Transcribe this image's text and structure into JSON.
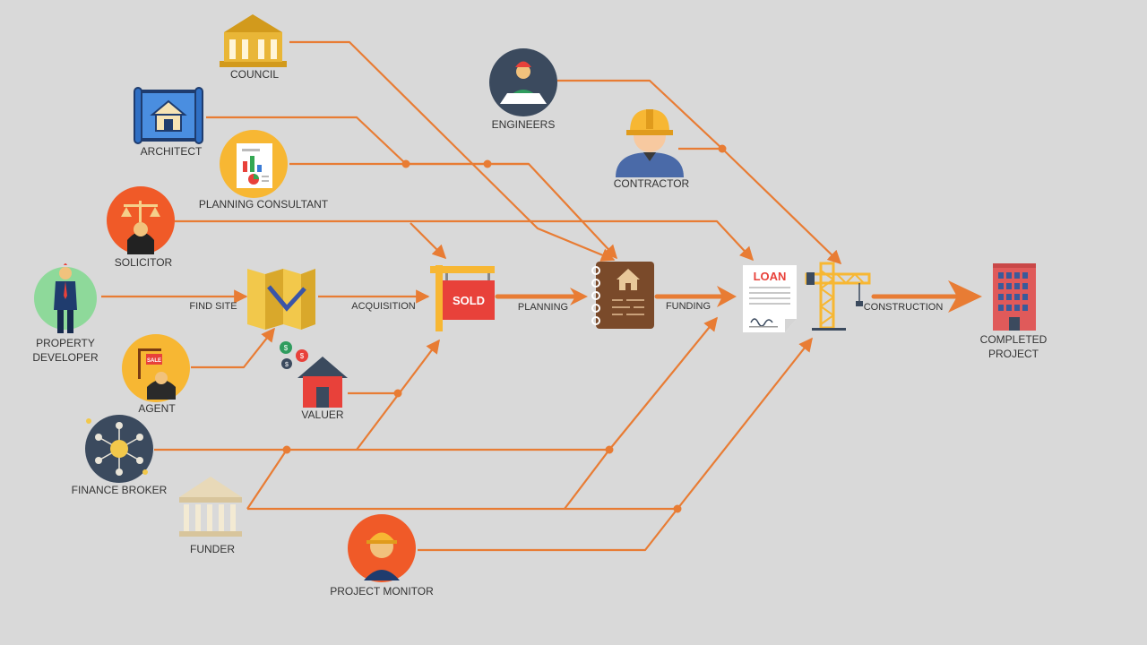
{
  "colors": {
    "background": "#d9d9d9",
    "arrow": "#e87c34",
    "text": "#333333"
  },
  "participants": {
    "council": "COUNCIL",
    "architect": "ARCHITECT",
    "planning_consultant": "PLANNING CONSULTANT",
    "solicitor": "SOLICITOR",
    "property_developer": "PROPERTY\nDEVELOPER",
    "agent": "AGENT",
    "valuer": "VALUER",
    "finance_broker": "FINANCE BROKER",
    "funder": "FUNDER",
    "project_monitor": "PROJECT MONITOR",
    "engineers": "ENGINEERS",
    "contractor": "CONTRACTOR",
    "completed_project": "COMPLETED\nPROJECT"
  },
  "steps": {
    "find_site": "FIND SITE",
    "acquisition": "ACQUISITION",
    "planning": "PLANNING",
    "funding": "FUNDING",
    "construction": "CONSTRUCTION"
  },
  "icon_text": {
    "sold_sign": "SOLD",
    "loan_document": "LOAN",
    "agent_sale_sign": "SALE",
    "valuer_currency": "$"
  },
  "icons": [
    "government-building-icon",
    "blueprint-house-icon",
    "report-chart-icon",
    "lawyer-scales-icon",
    "businessman-icon",
    "folded-map-icon",
    "sale-agent-icon",
    "house-money-icon",
    "network-broker-icon",
    "bank-building-icon",
    "hardhat-monitor-icon",
    "engineer-icon",
    "contractor-hardhat-icon",
    "sold-sign-icon",
    "notebook-plans-icon",
    "loan-document-icon",
    "crane-icon",
    "apartment-building-icon"
  ]
}
